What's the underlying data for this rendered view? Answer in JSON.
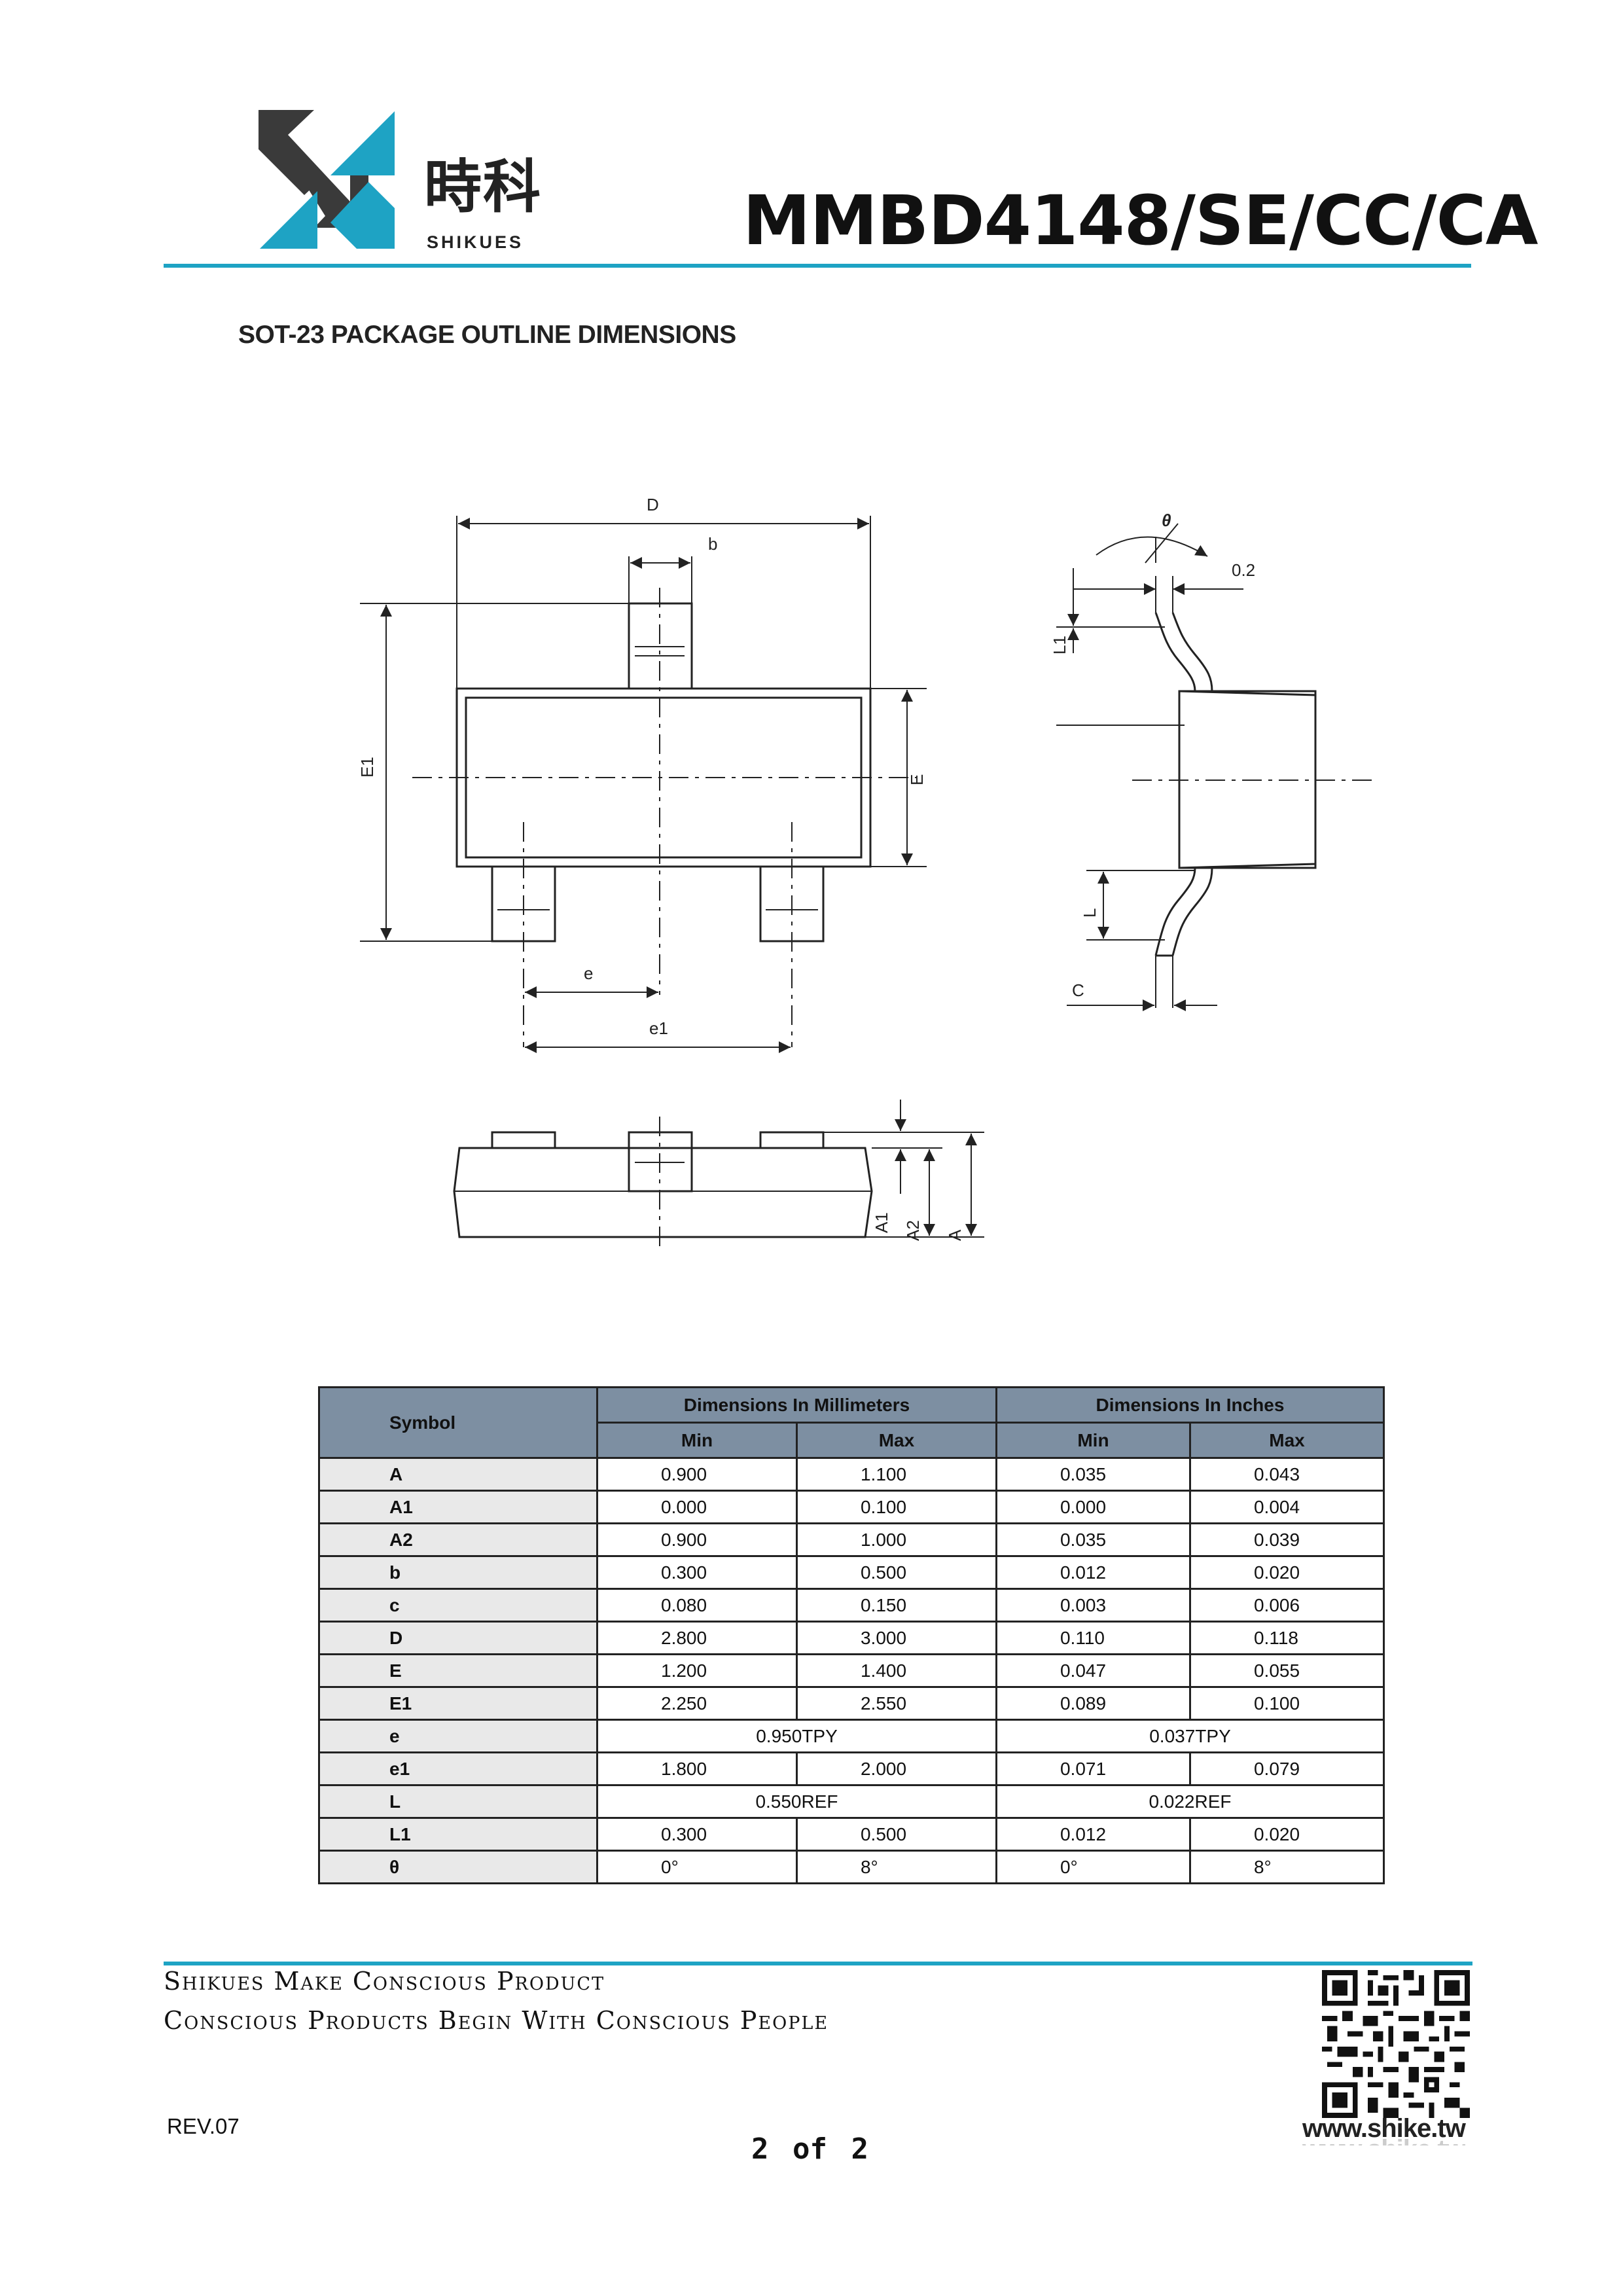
{
  "header": {
    "brand_cn": "時科",
    "brand_en": "SHIKUES",
    "title": "MMBD4148/SE/CC/CA"
  },
  "section_title": "SOT-23 PACKAGE OUTLINE DIMENSIONS",
  "drawing_labels": {
    "D": "D",
    "b": "b",
    "E1": "E1",
    "E": "E",
    "e": "e",
    "e1": "e1",
    "theta": "θ",
    "gauge": "0.2",
    "L1": "L1",
    "L": "L",
    "C": "C",
    "A1": "A1",
    "A2": "A2",
    "A": "A"
  },
  "table": {
    "symbol_header": "Symbol",
    "mm_header": "Dimensions In Millimeters",
    "in_header": "Dimensions In Inches",
    "min_label": "Min",
    "max_label": "Max",
    "rows": [
      {
        "symbol": "A",
        "mm_min": "0.900",
        "mm_max": "1.100",
        "in_min": "0.035",
        "in_max": "0.043"
      },
      {
        "symbol": "A1",
        "mm_min": "0.000",
        "mm_max": "0.100",
        "in_min": "0.000",
        "in_max": "0.004"
      },
      {
        "symbol": "A2",
        "mm_min": "0.900",
        "mm_max": "1.000",
        "in_min": "0.035",
        "in_max": "0.039"
      },
      {
        "symbol": "b",
        "mm_min": "0.300",
        "mm_max": "0.500",
        "in_min": "0.012",
        "in_max": "0.020"
      },
      {
        "symbol": "c",
        "mm_min": "0.080",
        "mm_max": "0.150",
        "in_min": "0.003",
        "in_max": "0.006"
      },
      {
        "symbol": "D",
        "mm_min": "2.800",
        "mm_max": "3.000",
        "in_min": "0.110",
        "in_max": "0.118"
      },
      {
        "symbol": "E",
        "mm_min": "1.200",
        "mm_max": "1.400",
        "in_min": "0.047",
        "in_max": "0.055"
      },
      {
        "symbol": "E1",
        "mm_min": "2.250",
        "mm_max": "2.550",
        "in_min": "0.089",
        "in_max": "0.100"
      },
      {
        "symbol": "e",
        "mm_span": "0.950TPY",
        "in_span": "0.037TPY"
      },
      {
        "symbol": "e1",
        "mm_min": "1.800",
        "mm_max": "2.000",
        "in_min": "0.071",
        "in_max": "0.079"
      },
      {
        "symbol": "L",
        "mm_span": "0.550REF",
        "in_span": "0.022REF"
      },
      {
        "symbol": "L1",
        "mm_min": "0.300",
        "mm_max": "0.500",
        "in_min": "0.012",
        "in_max": "0.020"
      },
      {
        "symbol": "θ",
        "mm_min": "0°",
        "mm_max": "8°",
        "in_min": "0°",
        "in_max": "8°"
      }
    ]
  },
  "footer": {
    "tagline_1": "Shikues Make Conscious Product",
    "tagline_2": "Conscious Products Begin With Conscious People",
    "revision": "REV.07",
    "page": "2 of 2",
    "url": "www.shike.tw"
  },
  "colors": {
    "accent": "#1ea3c4",
    "logo_dark": "#3a3a3a",
    "logo_blue": "#1ea3c4",
    "table_header": "#7d8fa2",
    "symbol_cell": "#e9e9e9"
  }
}
